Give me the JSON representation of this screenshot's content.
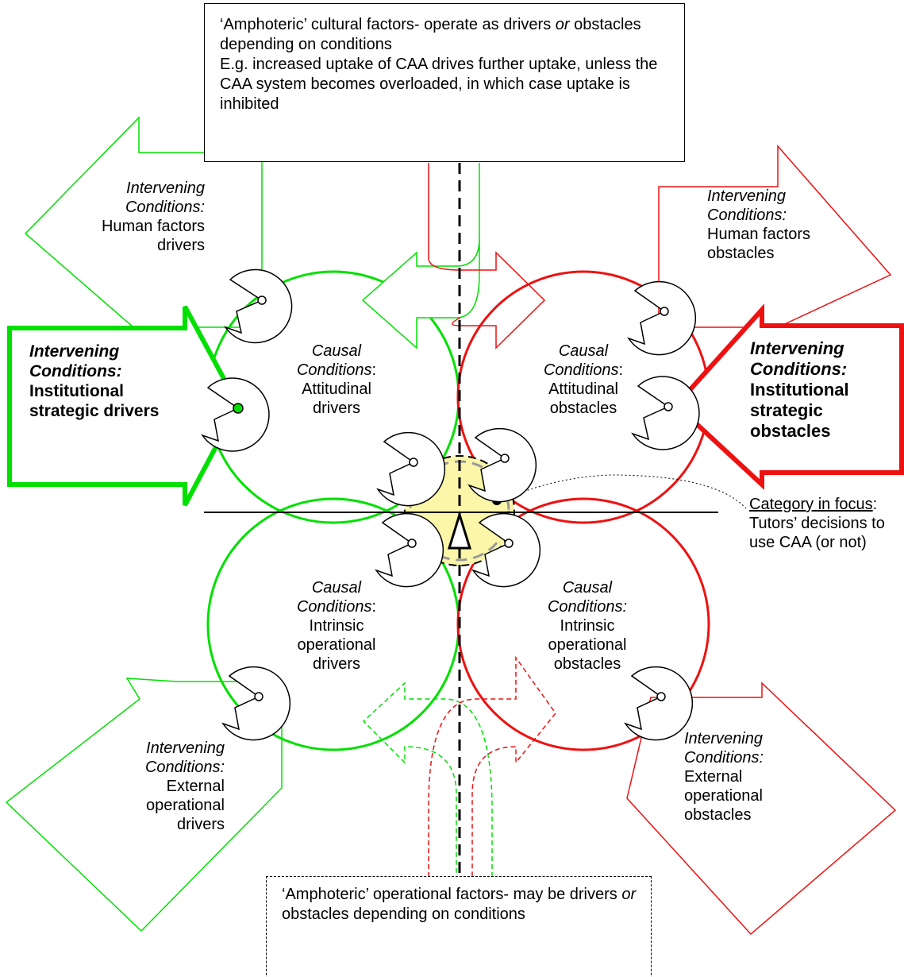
{
  "top_box": {
    "line1_a": "‘Amphoteric’ cultural factors- operate as drivers ",
    "line1_or": "or",
    "line1_b": " obstacles depending on conditions",
    "line2": "E.g. increased uptake of CAA drives further uptake, unless the CAA system becomes overloaded, in which case uptake is inhibited"
  },
  "bottom_box": {
    "text_a": "‘Amphoteric’ operational factors- may be drivers ",
    "text_or": "or",
    "text_b": " obstacles depending on conditions"
  },
  "arrows": {
    "human_drivers": {
      "heading": "Intervening Conditions:",
      "body": "Human factors drivers"
    },
    "human_obstacles": {
      "heading": "Intervening Conditions:",
      "body": "Human factors obstacles"
    },
    "institutional_drivers": {
      "heading": "Intervening Conditions:",
      "body": "Institutional strategic drivers"
    },
    "institutional_obstacles": {
      "heading": "Intervening Conditions:",
      "body": "Institutional strategic obstacles"
    },
    "external_drivers": {
      "heading": "Intervening Conditions:",
      "body": "External operational drivers"
    },
    "external_obstacles": {
      "heading": "Intervening Conditions:",
      "body": "External operational obstacles"
    }
  },
  "circles": {
    "attitudinal_drivers": {
      "heading": "Causal Conditions",
      "sep": ":",
      "body": "Attitudinal drivers"
    },
    "attitudinal_obstacles": {
      "heading": "Causal Conditions",
      "sep": ":",
      "body": "Attitudinal obstacles"
    },
    "intrinsic_drivers": {
      "heading": "Causal Conditions",
      "sep": ":",
      "body": "Intrinsic operational drivers"
    },
    "intrinsic_obstacles": {
      "heading": "Causal Conditions:",
      "sep": "",
      "body": "Intrinsic operational obstacles"
    }
  },
  "focus": {
    "underlined": "Category in focus",
    "rest": ": Tutors’ decisions to use CAA (or not)"
  },
  "colors": {
    "driver": "#00e000",
    "obstacle": "#ee1111",
    "focus_fill": "#fbf6a8",
    "line": "#000000"
  }
}
